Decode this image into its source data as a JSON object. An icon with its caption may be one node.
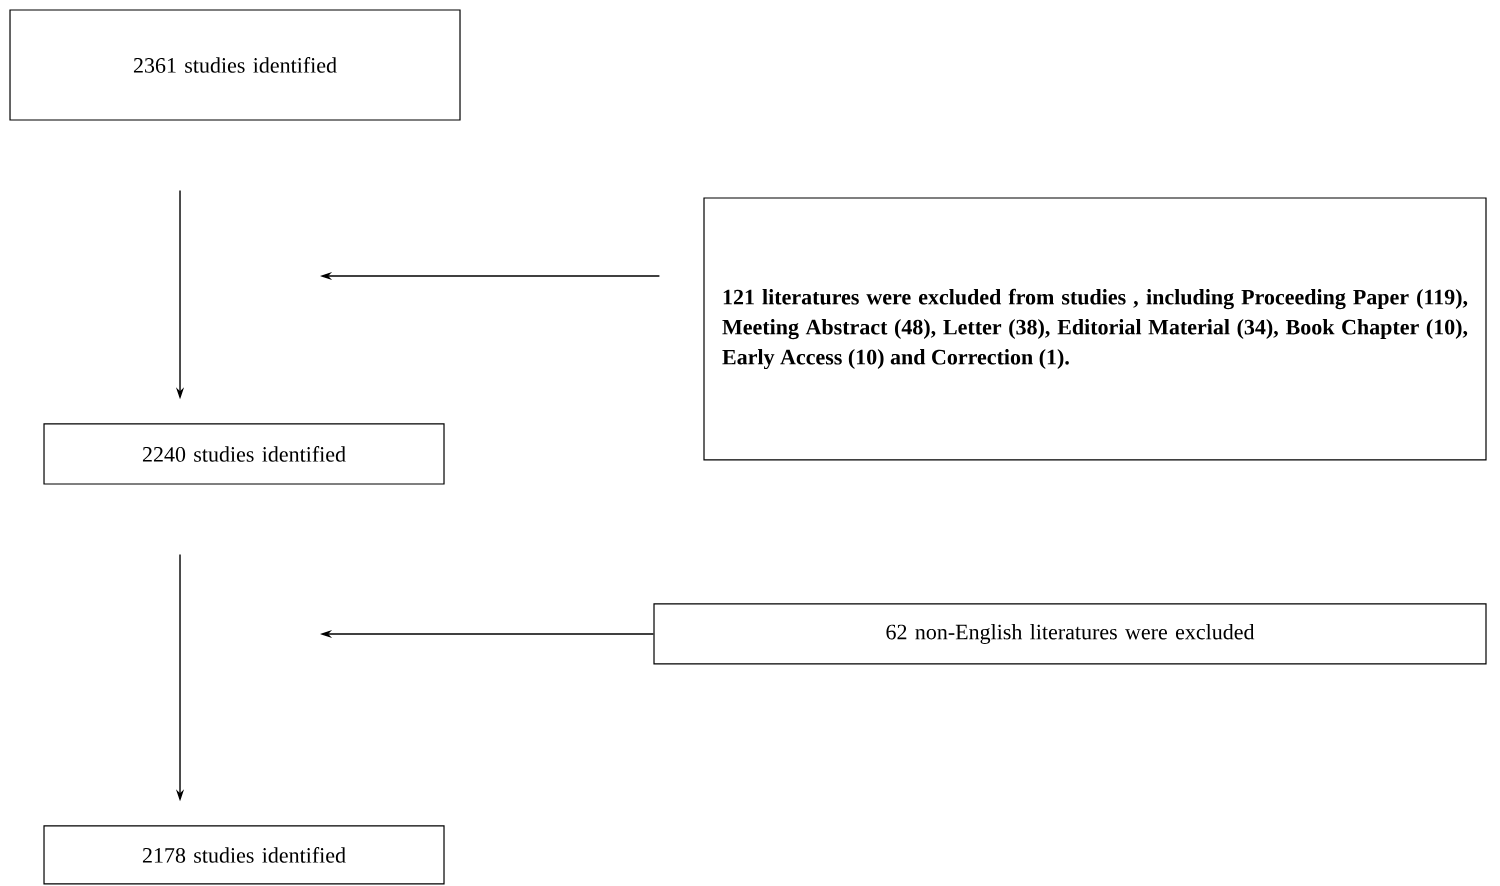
{
  "diagram": {
    "nodes": [
      {
        "text": [
          "2361 studies identified"
        ]
      },
      {
        "text": [
          "2240 studies identified"
        ]
      },
      {
        "text": [
          "121 literatures were excluded from studies , including Proceeding Paper (119), Meeting Abstract (48), Letter (38), Editorial Material (34), Book Chapter (10), Early Access (10) and Correction (1)."
        ]
      },
      {
        "text": [
          "2178 studies identified"
        ]
      },
      {
        "text": [
          "62 non-English literatures were excluded"
        ]
      }
    ],
    "edges": [
      {
        "from": 0,
        "to": 1,
        "arrow": "to"
      },
      {
        "from": 2,
        "to": null,
        "arrow": "to"
      },
      {
        "from": 1,
        "to": 3,
        "arrow": "to"
      },
      {
        "from": 4,
        "to": null,
        "arrow": "to"
      }
    ]
  }
}
